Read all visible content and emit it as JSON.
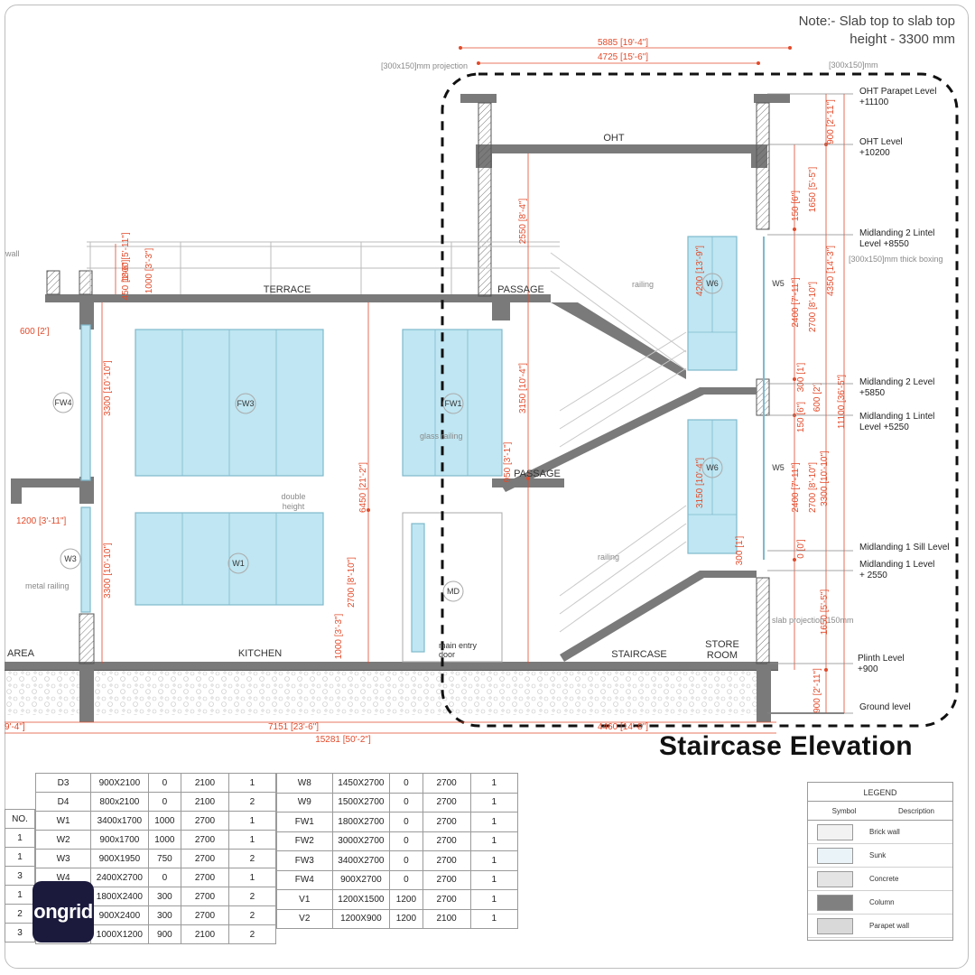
{
  "note": {
    "line1": "Note:- Slab top to slab top",
    "line2": "height - 3300 mm"
  },
  "heading": "Staircase Elevation",
  "logo_text": "ongrid",
  "colors": {
    "dimension": "#e24a2a",
    "wall": "#7a7a7a",
    "glass": "#bfe6f2",
    "highlight_border": "#111111"
  },
  "dimensions": {
    "top_overall": "5885 [19'-4\"]",
    "top_inner": "4725 [15'-6\"]",
    "projection_left": "[300x150]mm projection",
    "projection_right": "[300x150]mm",
    "boxing": "[300x150]mm thick boxing",
    "slab_projection": "slab projection 150mm",
    "bottom_overall": "15281 [50'-2\"]",
    "bottom_mid": "7151 [23'-6\"]",
    "bottom_right": "4460 [14'-8\"]",
    "bottom_left": "9'-4\"]",
    "d900_top": "900 [2'-11\"]",
    "d1650_top": "1650 [5'-5\"]",
    "d150": "150 [6\"]",
    "d4350": "4350 [14'-3\"]",
    "d2400a": "2400 [7'-11\"]",
    "d2700a": "2700 [8'-10\"]",
    "d300a": "300 [1']",
    "d600": "600 [2']",
    "d150b": "150 [6\"]",
    "d11100": "11100 [36'-5\"]",
    "d2400b": "2400 [7'-11\"]",
    "d2700b": "2700 [8'-10\"]",
    "d3300r": "3300 [10'-10\"]",
    "d0": "0 [0']",
    "d1650_bot": "1650 [5'-5\"]",
    "d900_bot": "900 [2'-11\"]",
    "d2550": "2550 [8'-4\"]",
    "d4200": "4200 [13'-9\"]",
    "d3150": "3150 [10'-4\"]",
    "d950": "950 [3'-1\"]",
    "d3150b": "3150 [10'-4\"]",
    "d300b": "300 [1']",
    "d1800": "1800 [5'-11\"]",
    "d450": "450 [1'-6\"]",
    "d1000a": "1000 [3'-3\"]",
    "d600b": "600 [2']",
    "d3300a": "3300 [10'-10\"]",
    "d1200": "1200 [3'-11\"]",
    "d3300b": "3300 [10'-10\"]",
    "d6450": "6450 [21'-2\"]",
    "d2700c": "2700 [8'-10\"]",
    "d1000b": "1000 [3'-3\"]"
  },
  "levels": [
    {
      "name": "OHT Parapet Level",
      "value": "+11100"
    },
    {
      "name": "OHT Level",
      "value": "+10200"
    },
    {
      "name": "Midlanding 2 Lintel",
      "value": "Level +8550"
    },
    {
      "name": "Midlanding 2 Level",
      "value": "+5850"
    },
    {
      "name": "Midlanding 1 Lintel",
      "value": "Level +5250"
    },
    {
      "name": "Midlanding 1 Sill Level",
      "value": ""
    },
    {
      "name": "Midlanding 1 Level",
      "value": "+ 2550"
    },
    {
      "name": "Plinth Level",
      "value": "+900"
    },
    {
      "name": "Ground level",
      "value": ""
    }
  ],
  "rooms": {
    "oht": "OHT",
    "terrace": "TERRACE",
    "passage_top": "PASSAGE",
    "passage_mid": "PASSAGE",
    "kitchen": "KITCHEN",
    "area": "AREA",
    "staircase": "STAIRCASE",
    "store1": "STORE",
    "store2": "ROOM",
    "double_height1": "double",
    "double_height2": "height",
    "railing_top": "railing",
    "railing_bot": "railing",
    "glass_railing": "glass railing",
    "metal_railing": "metal railing",
    "main_entry1": "main entry",
    "main_entry2": "door",
    "wall": "wall"
  },
  "tags": {
    "fw4": "FW4",
    "fw3": "FW3",
    "fw1": "FW1",
    "w3": "W3",
    "w1": "W1",
    "md": "MD",
    "w6a": "W6",
    "w6b": "W6",
    "w5a": "W5",
    "w5b": "W5"
  },
  "schedule_left": {
    "no_header": "NO.",
    "no_col": [
      "1",
      "1",
      "3",
      "1",
      "2",
      "3"
    ],
    "rows": [
      [
        "D3",
        "900X2100",
        "0",
        "2100",
        "1"
      ],
      [
        "D4",
        "800x2100",
        "0",
        "2100",
        "2"
      ],
      [
        "W1",
        "3400x1700",
        "1000",
        "2700",
        "1"
      ],
      [
        "W2",
        "900x1700",
        "1000",
        "2700",
        "1"
      ],
      [
        "W3",
        "900X1950",
        "750",
        "2700",
        "2"
      ],
      [
        "W4",
        "2400X2700",
        "0",
        "2700",
        "1"
      ],
      [
        "",
        "1800X2400",
        "300",
        "2700",
        "2"
      ],
      [
        "",
        "900X2400",
        "300",
        "2700",
        "2"
      ],
      [
        "",
        "1000X1200",
        "900",
        "2100",
        "2"
      ]
    ]
  },
  "schedule_right": {
    "rows": [
      [
        "W8",
        "1450X2700",
        "0",
        "2700",
        "1"
      ],
      [
        "W9",
        "1500X2700",
        "0",
        "2700",
        "1"
      ],
      [
        "FW1",
        "1800X2700",
        "0",
        "2700",
        "1"
      ],
      [
        "FW2",
        "3000X2700",
        "0",
        "2700",
        "1"
      ],
      [
        "FW3",
        "3400X2700",
        "0",
        "2700",
        "1"
      ],
      [
        "FW4",
        "900X2700",
        "0",
        "2700",
        "1"
      ],
      [
        "V1",
        "1200X1500",
        "1200",
        "2700",
        "1"
      ],
      [
        "V2",
        "1200X900",
        "1200",
        "2100",
        "1"
      ]
    ]
  },
  "legend": {
    "title": "LEGEND",
    "symbol_header": "Symbol",
    "description_header": "Description",
    "items": [
      {
        "label": "Brick wall",
        "swatch": "#f2f2f2"
      },
      {
        "label": "Sunk",
        "swatch": "#eaf4f8"
      },
      {
        "label": "Concrete",
        "swatch": "#e4e4e4"
      },
      {
        "label": "Column",
        "swatch": "#808080"
      },
      {
        "label": "Parapet wall",
        "swatch": "#d9d9d9"
      }
    ]
  }
}
